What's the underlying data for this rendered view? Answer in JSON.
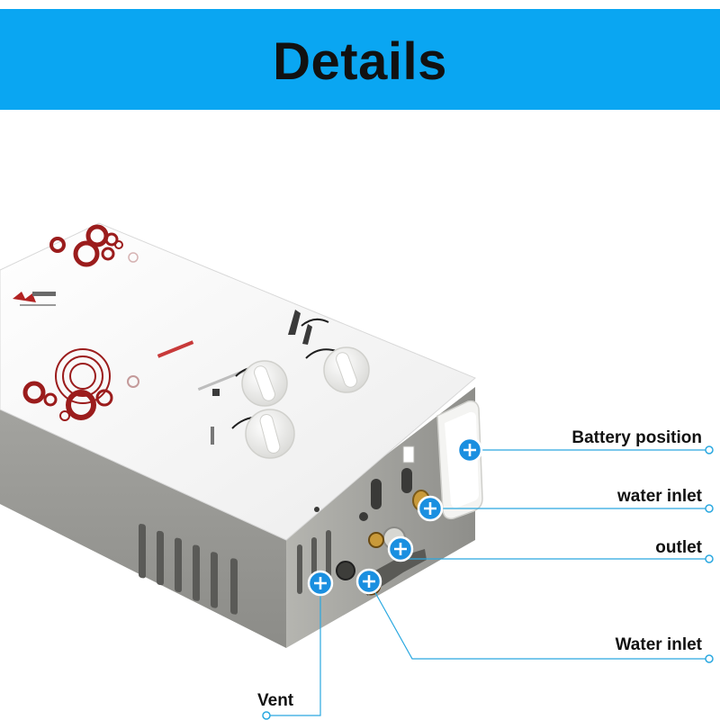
{
  "header": {
    "title": "Details"
  },
  "callouts": [
    {
      "id": "battery",
      "label": "Battery position"
    },
    {
      "id": "inlet1",
      "label": "water inlet"
    },
    {
      "id": "outlet",
      "label": "outlet"
    },
    {
      "id": "inlet2",
      "label": "Water inlet"
    },
    {
      "id": "vent",
      "label": "Vent"
    }
  ],
  "colors": {
    "banner": "#0aa6f2",
    "accent_line": "#2aa8e0",
    "marker_fill": "#1a8fe0",
    "decor_red": "#9b1c1c",
    "body_grey": "#9a9a96"
  },
  "icons": {
    "marker": "plus-circle-icon"
  }
}
